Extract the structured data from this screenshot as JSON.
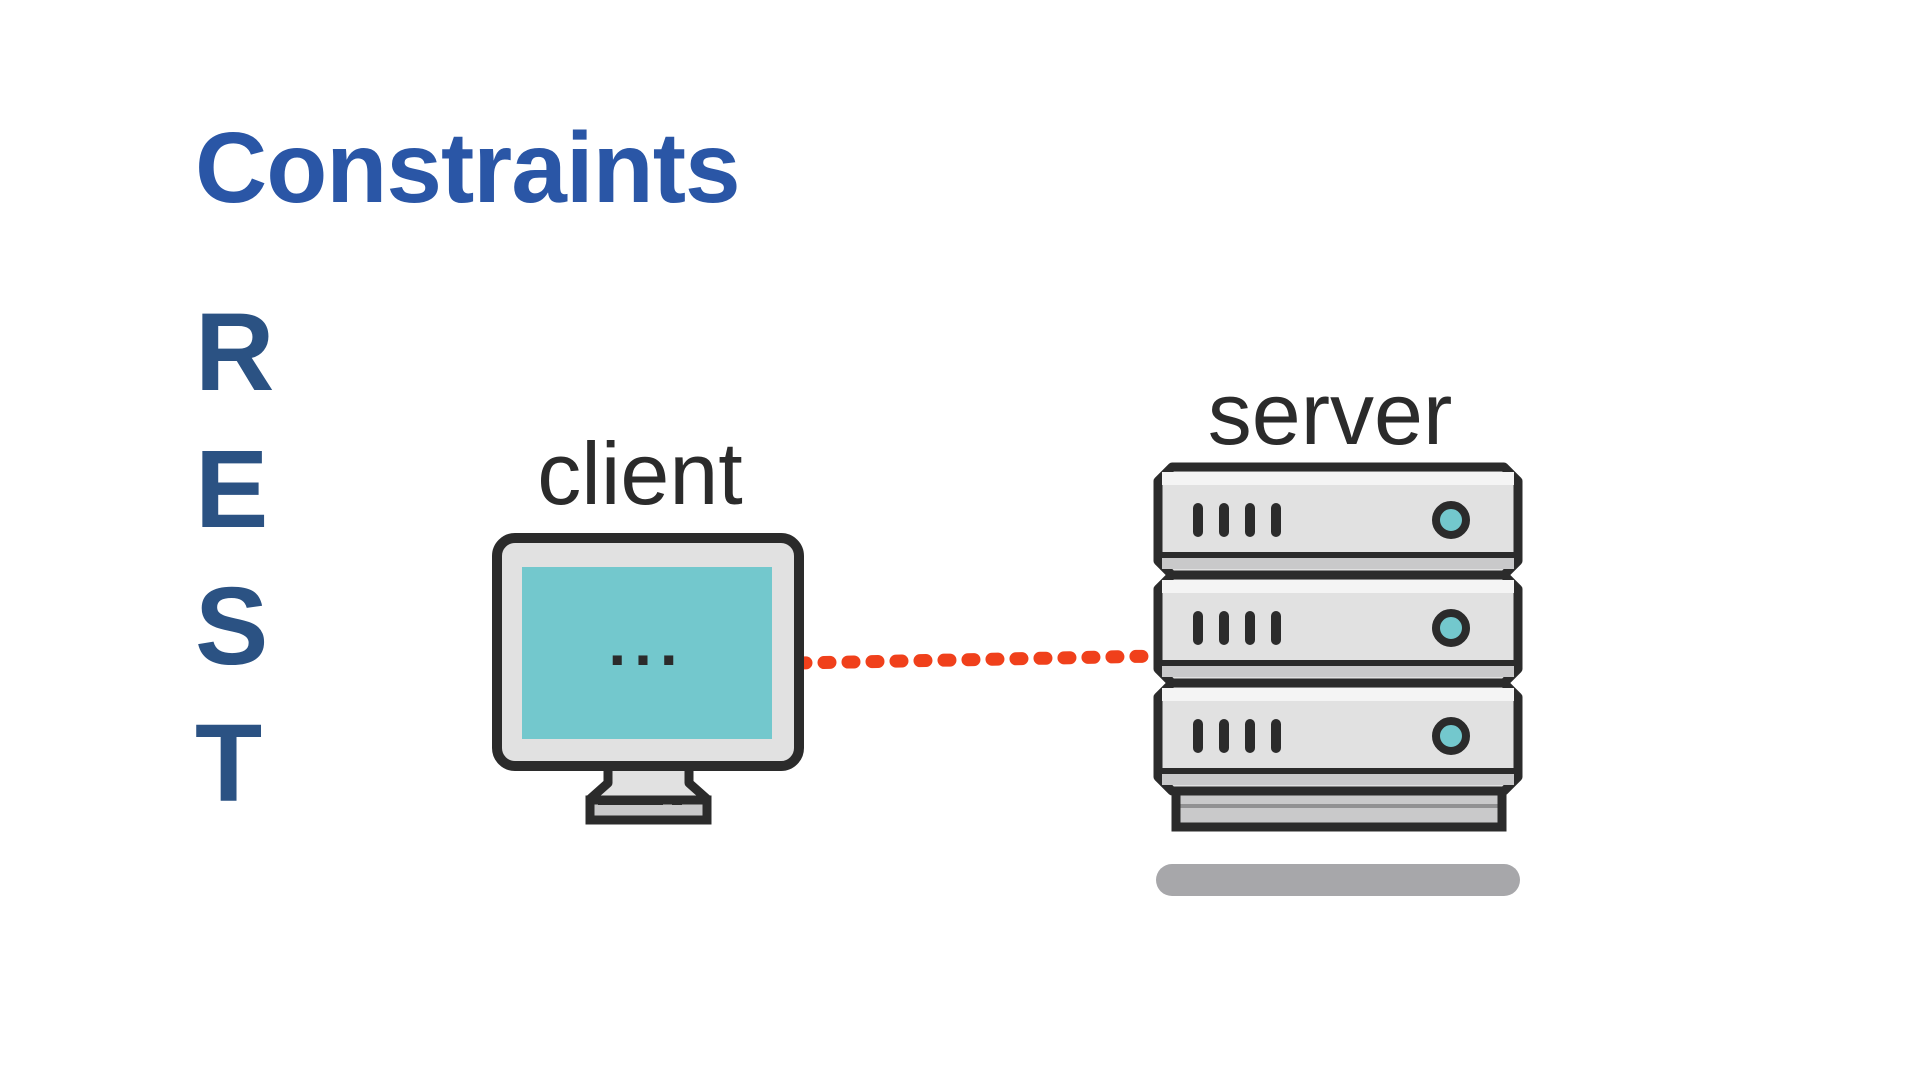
{
  "slide": {
    "title": "Constraints",
    "acronym": [
      "R",
      "E",
      "S",
      "T"
    ]
  },
  "diagram": {
    "client_label": "client",
    "server_label": "server",
    "screen_text": "...",
    "server_units": 3
  },
  "colors": {
    "title": "#2a56a6",
    "acronym": "#2b5283",
    "outline": "#2b2b2b",
    "screen": "#73c8cd",
    "device_fill": "#e1e1e1",
    "base_fill": "#c9c9ca",
    "shadow": "#a7a7aa",
    "connection": "#f0401b"
  },
  "icons": {
    "client": "monitor-icon",
    "server": "server-rack-icon"
  }
}
